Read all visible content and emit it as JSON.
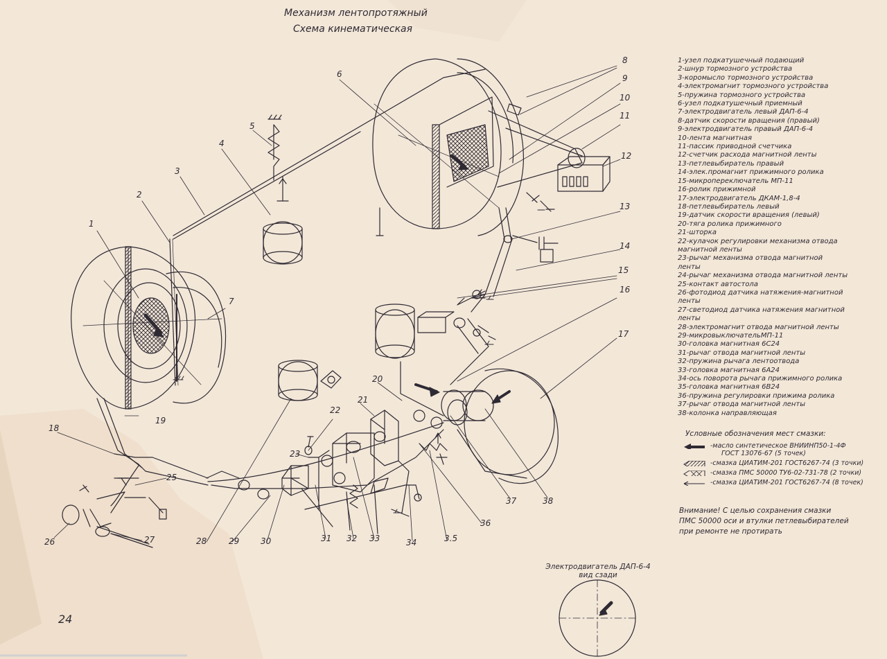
{
  "title_line1": "Механизм лентопротяжный",
  "title_line2": "Схема кинематическая",
  "legend": [
    "1-узел подкатушечный подающий",
    "2-шнур тормозного устройства",
    "3-коромысло тормозного устройства",
    "4-электромагнит тормозного устройства",
    "5-пружина тормозного устройства",
    "6-узел подкатушечный приемный",
    "7-электродвигатель левый ДАП-6-4",
    "8-датчик скорости вращения (правый)",
    "9-электродвигатель правый ДАП-6-4",
    "10-лента магнитная",
    "11-пассик приводной счетчика",
    "12-счетчик расхода магнитной ленты",
    "13-петлевыбиратель правый",
    "14-элек.промагнит прижимного ролика",
    "15-микропереключатель МП-11",
    "16-ролик прижимной",
    "17-электродвигатель ДКАМ-1,8-4",
    "18-петлевыбиратель левый",
    "19-датчик скорости вращения (левый)",
    "20-тяга ролика прижимного",
    "21-шторка",
    "22-кулачок регулировки механизма отвода",
    "      магнитной ленты",
    "23-рычаг механизма отвода магнитной",
    "      ленты",
    "24-рычаг механизма отвода магнитной ленты",
    "25-контакт автостола",
    "26-фотодиод датчика натяжения-магнитной",
    "      ленты",
    "27-светодиод датчика натяжения магнитной",
    "      ленты",
    "28-электромагнит отвода магнитной ленты",
    "29-микровыключательМП-11",
    "30-головка магнитная 6С24",
    "31-рычаг отвода магнитной ленты",
    "32-пружина рычага лентоотвода",
    "33-головка магнитная 6А24",
    "34-ось поворота рычага прижимного ролика",
    "35-головка магнитная 6В24",
    "36-пружина регулировки прижима ролика",
    "37-рычаг отвода магнитной ленты",
    "38-колонка направляющая"
  ],
  "lube_title": "Условные обозначения мест смазки:",
  "lube_items": [
    {
      "line1": "-масло синтетическое ВНИИНП50-1-4Ф",
      "line2": "ГОСТ 13076-67 (5 точек)",
      "icon": "arrow-fill"
    },
    {
      "line1": "-смазка ЦИАТИМ-201 ГОСТ6267-74 (3 точки)",
      "line2": "",
      "icon": "arrow-hatch"
    },
    {
      "line1": "-смазка ПМС 50000 ТУ6-02-731-78 (2 точки)",
      "line2": "",
      "icon": "arrow-cross"
    },
    {
      "line1": "-смазка ЦИАТИМ-201 ГОСТ6267-74 (8 точек)",
      "line2": "",
      "icon": "arrow-thin"
    }
  ],
  "warning": [
    "Внимание! С целью сохранения смазки",
    "ПМС 50000 оси и втулки петлевыбирателей",
    "при ремонте не протирать"
  ],
  "motor_caption": [
    "Электродвигатель ДАП-6-4",
    "вид сзади"
  ],
  "page_number": "24",
  "part_labels": [
    {
      "text": "1"
    },
    {
      "text": "2"
    },
    {
      "text": "3"
    },
    {
      "text": "4"
    },
    {
      "text": "5"
    },
    {
      "text": "6"
    },
    {
      "text": "7"
    },
    {
      "text": "8"
    },
    {
      "text": "9"
    },
    {
      "text": "10"
    },
    {
      "text": "11"
    },
    {
      "text": "12"
    },
    {
      "text": "13"
    },
    {
      "text": "14"
    },
    {
      "text": "15"
    },
    {
      "text": "16"
    },
    {
      "text": "17"
    },
    {
      "text": "18"
    },
    {
      "text": "19"
    },
    {
      "text": "20"
    },
    {
      "text": "21"
    },
    {
      "text": "22"
    },
    {
      "text": "23"
    },
    {
      "text": "25"
    },
    {
      "text": "26"
    },
    {
      "text": "27"
    },
    {
      "text": "28"
    },
    {
      "text": "29"
    },
    {
      "text": "30"
    },
    {
      "text": "31"
    },
    {
      "text": "32"
    },
    {
      "text": "33"
    },
    {
      "text": "34"
    },
    {
      "text": "3.5"
    },
    {
      "text": "36"
    },
    {
      "text": "37"
    },
    {
      "text": "38"
    }
  ],
  "colors": {
    "paper": "#f3e7d8",
    "ink": "#2e2a33",
    "stain": "#e6d3bd"
  }
}
